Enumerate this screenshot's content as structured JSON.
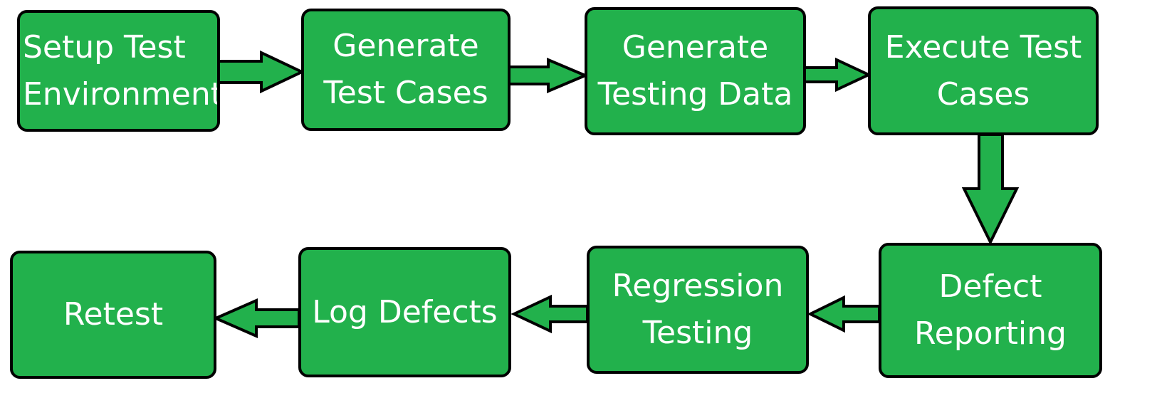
{
  "colors": {
    "fill": "#22b14c",
    "stroke": "#000000",
    "text": "#ffffff",
    "background": "#ffffff"
  },
  "steps": [
    {
      "lines": [
        "Setup Test",
        "Environment"
      ]
    },
    {
      "lines": [
        "Generate",
        "Test Cases"
      ]
    },
    {
      "lines": [
        "Generate",
        "Testing Data"
      ]
    },
    {
      "lines": [
        "Execute Test",
        "Cases"
      ]
    },
    {
      "lines": [
        "Defect",
        "Reporting"
      ]
    },
    {
      "lines": [
        "Regression",
        "Testing"
      ]
    },
    {
      "lines": [
        "Log Defects"
      ]
    },
    {
      "lines": [
        "Retest"
      ]
    }
  ],
  "connectors": [
    {
      "from": 0,
      "to": 1,
      "direction": "right"
    },
    {
      "from": 1,
      "to": 2,
      "direction": "right"
    },
    {
      "from": 2,
      "to": 3,
      "direction": "right"
    },
    {
      "from": 3,
      "to": 4,
      "direction": "down"
    },
    {
      "from": 4,
      "to": 5,
      "direction": "left"
    },
    {
      "from": 5,
      "to": 6,
      "direction": "left"
    },
    {
      "from": 6,
      "to": 7,
      "direction": "left"
    }
  ]
}
